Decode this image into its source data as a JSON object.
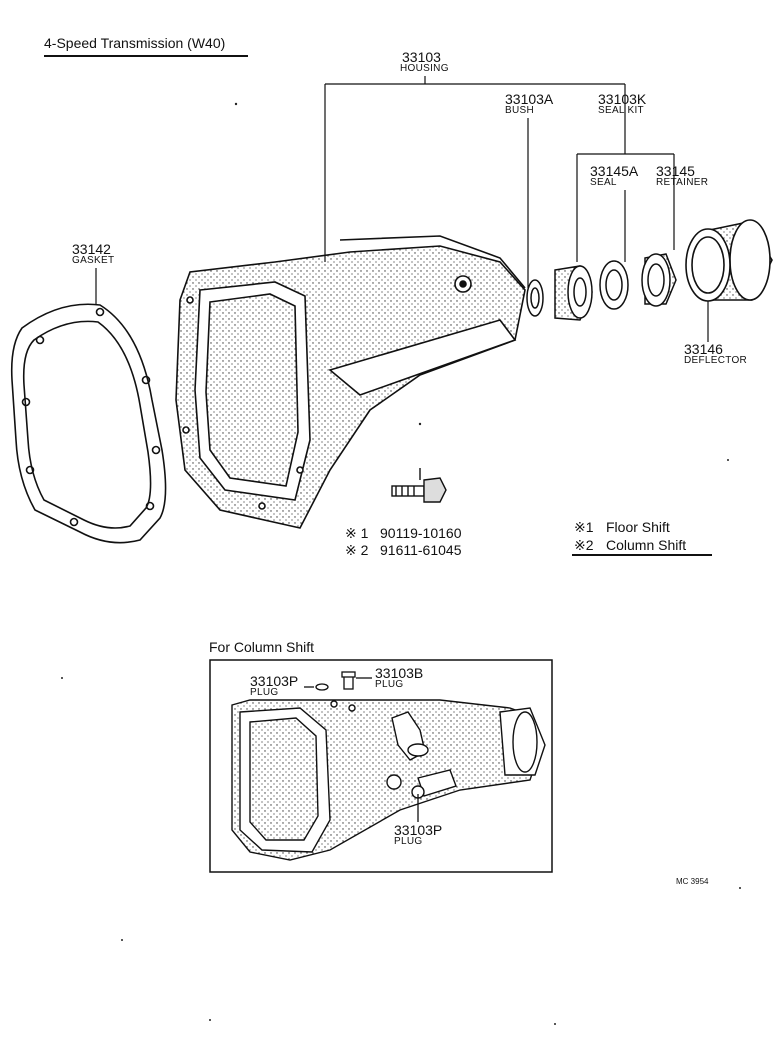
{
  "title": "4-Speed Transmission (W40)",
  "parts": {
    "housing": {
      "number": "33103",
      "label": "HOUSING"
    },
    "bush": {
      "number": "33103A",
      "label": "BUSH"
    },
    "seal_kit": {
      "number": "33103K",
      "label": "SEAL KIT"
    },
    "seal": {
      "number": "33145A",
      "label": "SEAL"
    },
    "retainer": {
      "number": "33145",
      "label": "RETAINER"
    },
    "gasket": {
      "number": "33142",
      "label": "GASKET"
    },
    "deflector": {
      "number": "33146",
      "label": "DEFLECTOR"
    },
    "plug_p_top": {
      "number": "33103P",
      "label": "PLUG"
    },
    "plug_b": {
      "number": "33103B",
      "label": "PLUG"
    },
    "plug_p_bottom": {
      "number": "33103P",
      "label": "PLUG"
    }
  },
  "bolts": [
    {
      "mark": "※ 1",
      "number": "90119-10160"
    },
    {
      "mark": "※ 2",
      "number": "91611-61045"
    }
  ],
  "legend": [
    {
      "mark": "※1",
      "text": "Floor Shift"
    },
    {
      "mark": "※2",
      "text": "Column Shift"
    }
  ],
  "inset_title": "For Column Shift",
  "drawing_code": "MC 3954"
}
